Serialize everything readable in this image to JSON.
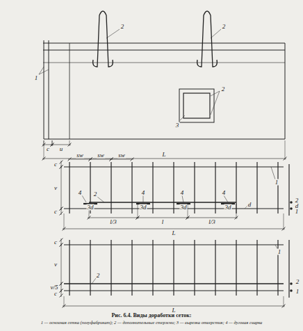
{
  "diagram": {
    "caption": "Рис. 6.4. Виды доработки сеток:",
    "labels": [
      "2",
      "2",
      "1",
      "3",
      "2",
      "c",
      "u",
      "L",
      "c",
      "v",
      "c",
      "sw",
      "sw",
      "sw",
      "4",
      "2",
      "4",
      "4",
      "4",
      "3d",
      "3d",
      "3d",
      "3d",
      "d",
      "l/3",
      "l",
      "l/3",
      "L",
      "1",
      "2",
      "d",
      "1",
      "c",
      "v",
      "v/5",
      "c",
      "L",
      "2",
      "1",
      "2",
      "1",
      "1 — основная сетка (полуфабрикат); 2 — дополнительные стержни; 3 — вырезка отверстия; 4 — дуговая сварка"
    ]
  }
}
